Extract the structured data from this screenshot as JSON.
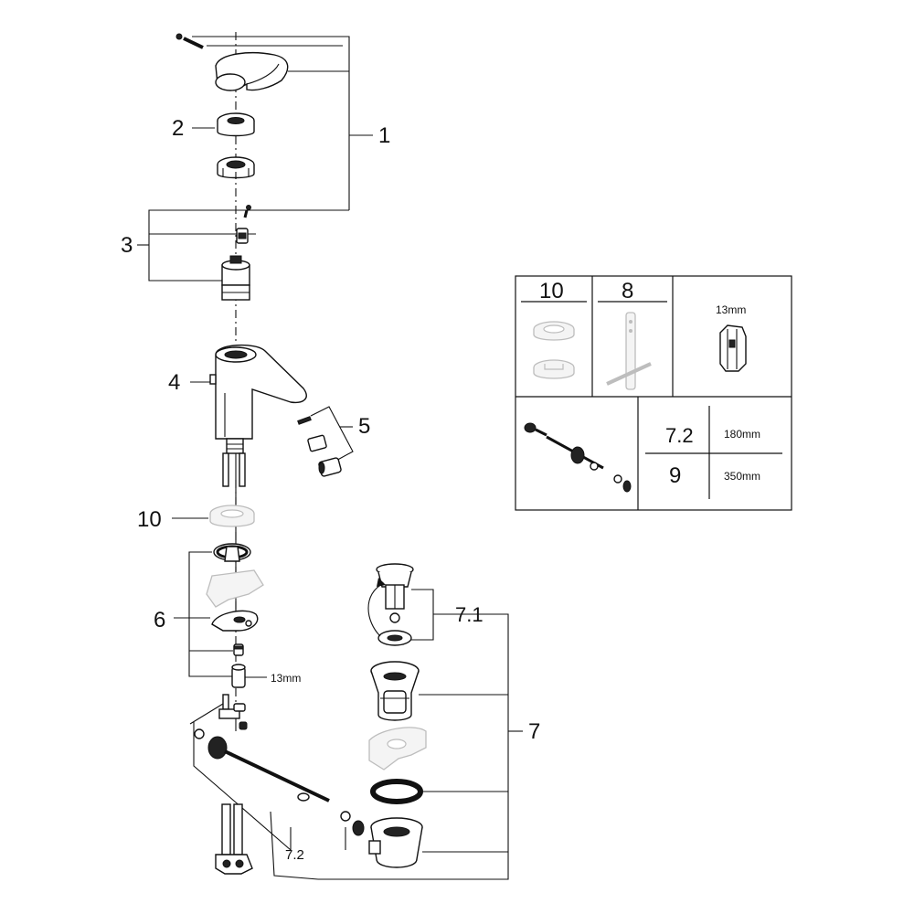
{
  "callouts": {
    "handle_set": "1",
    "cap_ring": "2",
    "cartridge_set": "3",
    "spout_body": "4",
    "aerator_set": "5",
    "mounting_set": "6",
    "waste_set": "7",
    "pop_up_set": "7.1",
    "rod_assembly": "7.2",
    "gasket": "10",
    "nut_size": "13mm"
  },
  "inset": {
    "col_10": "10",
    "col_8": "8",
    "socket_size": "13mm",
    "rows": [
      {
        "part": "7.2",
        "length": "180mm"
      },
      {
        "part": "9",
        "length": "350mm"
      }
    ]
  }
}
